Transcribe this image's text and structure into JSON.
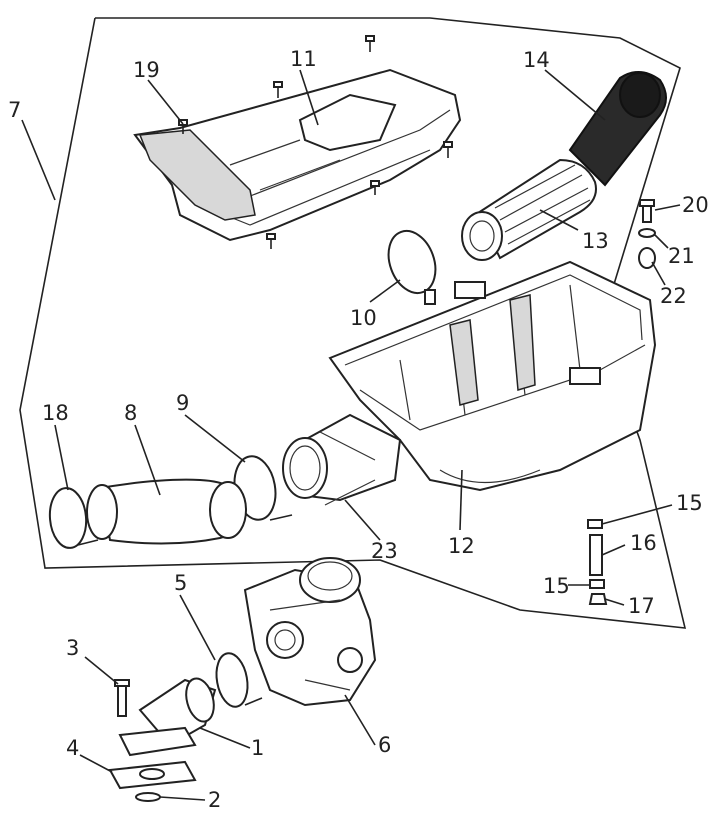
{
  "labels": {
    "l1": "1",
    "l2": "2",
    "l3": "3",
    "l4": "4",
    "l5": "5",
    "l6": "6",
    "l7": "7",
    "l8": "8",
    "l9": "9",
    "l10": "10",
    "l11": "11",
    "l12": "12",
    "l13": "13",
    "l14": "14",
    "l15a": "15",
    "l15b": "15",
    "l16": "16",
    "l17": "17",
    "l18": "18",
    "l19": "19",
    "l20": "20",
    "l21": "21",
    "l22": "22",
    "l23": "23"
  }
}
